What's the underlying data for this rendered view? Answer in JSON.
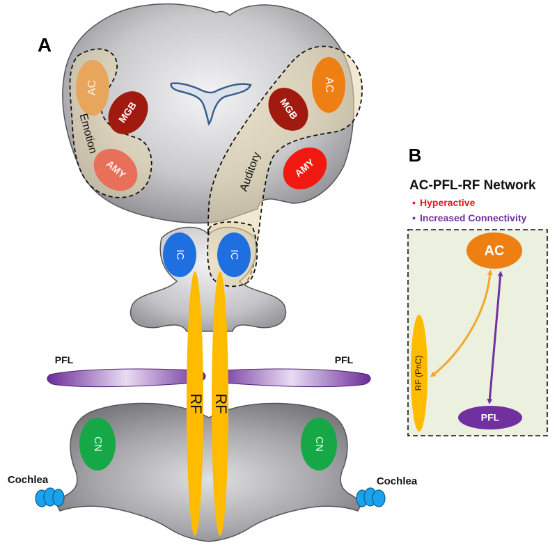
{
  "panel_a": {
    "letter": "A",
    "regions": {
      "ac_left": "AC",
      "ac_right": "AC",
      "mgb_left": "MGB",
      "mgb_right": "MGB",
      "amy_left": "AMY",
      "amy_right": "AMY",
      "ic_left": "IC",
      "ic_right": "IC",
      "cn_left": "CN",
      "cn_right": "CN",
      "rf_left": "RF",
      "rf_right": "RF",
      "pfl_left": "PFL",
      "pfl_right": "PFL",
      "cochlea_left": "Cochlea",
      "cochlea_right": "Cochlea"
    },
    "circuits": {
      "emotion": "Emotion",
      "auditory": "Auditory"
    }
  },
  "panel_b": {
    "letter": "B",
    "title": "AC-PFL-RF Network",
    "legend": [
      {
        "bullet": "•",
        "text": "Hyperactive",
        "color": "#e8151f"
      },
      {
        "bullet": "•",
        "text": "Increased Connectivity",
        "color": "#7030a0"
      }
    ],
    "nodes": {
      "ac": "AC",
      "rf": "RF (PnC)",
      "pfl": "PFL"
    }
  },
  "colors": {
    "ac_left": "#e8a55c",
    "ac_right": "#ee7f12",
    "mgb": "#a01a10",
    "amy_left": "#e8705a",
    "amy_right": "#f21a10",
    "ic": "#1e6fe0",
    "cn": "#16a846",
    "rf": "#ffbb00",
    "pfl": "#7030a0",
    "network_bg": "#ebf1de",
    "arrow_orange": "#f4a62a",
    "arrow_purple": "#7030a0"
  }
}
